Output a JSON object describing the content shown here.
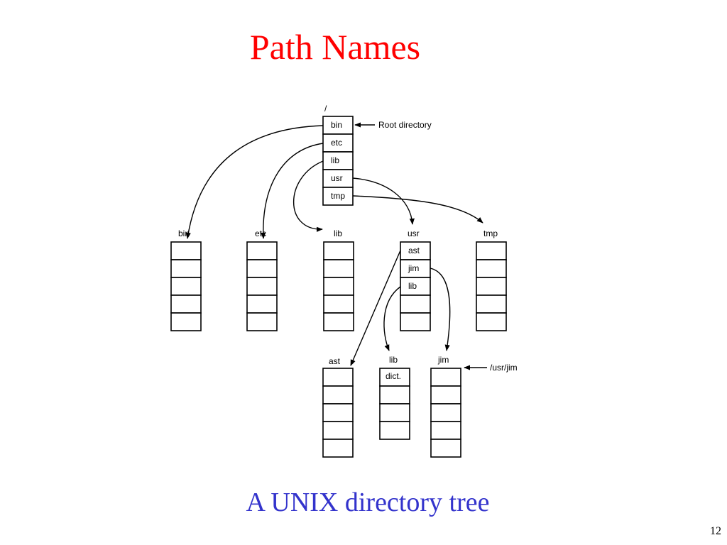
{
  "slide": {
    "title": "Path Names",
    "caption": "A UNIX directory tree",
    "page_number": "12"
  },
  "colors": {
    "title": "#ff0000",
    "caption": "#3333cc",
    "diagram_ink": "#000000"
  },
  "diagram": {
    "root_slash": "/",
    "root_label": "Root directory",
    "path_label": "/usr/jim",
    "directories": [
      {
        "name": "",
        "entries": [
          "bin",
          "etc",
          "lib",
          "usr",
          "tmp"
        ]
      },
      {
        "name": "bin",
        "entries": [
          "",
          "",
          "",
          "",
          ""
        ]
      },
      {
        "name": "etc",
        "entries": [
          "",
          "",
          "",
          "",
          ""
        ]
      },
      {
        "name": "lib",
        "entries": [
          "",
          "",
          "",
          "",
          ""
        ]
      },
      {
        "name": "usr",
        "entries": [
          "ast",
          "jim",
          "lib",
          "",
          ""
        ]
      },
      {
        "name": "tmp",
        "entries": [
          "",
          "",
          "",
          "",
          ""
        ]
      },
      {
        "name": "ast",
        "entries": [
          "",
          "",
          "",
          "",
          ""
        ]
      },
      {
        "name": "lib",
        "entries": [
          "dict.",
          "",
          "",
          ""
        ]
      },
      {
        "name": "jim",
        "entries": [
          "",
          "",
          "",
          "",
          ""
        ]
      }
    ]
  }
}
